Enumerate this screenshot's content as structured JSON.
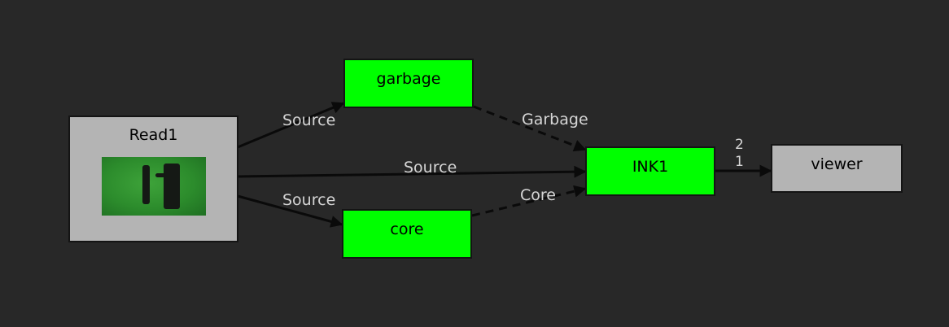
{
  "nodes": {
    "read": {
      "label": "Read1",
      "thumbnail": "green-screen-fighters"
    },
    "garbage": {
      "label": "garbage"
    },
    "core": {
      "label": "core"
    },
    "ink": {
      "label": "INK1"
    },
    "viewer": {
      "label": "viewer"
    }
  },
  "edges": {
    "read_to_garbage": "Source",
    "read_to_ink": "Source",
    "read_to_core": "Source",
    "garbage_to_ink": "Garbage",
    "core_to_ink": "Core"
  },
  "viewer_ports": {
    "port_2": "2",
    "port_1": "1"
  },
  "colors": {
    "background": "#282828",
    "effect_node": "#00ff00",
    "io_node": "#b4b4b4",
    "edge": "#0a0a0a",
    "label": "#d6d6d6"
  }
}
